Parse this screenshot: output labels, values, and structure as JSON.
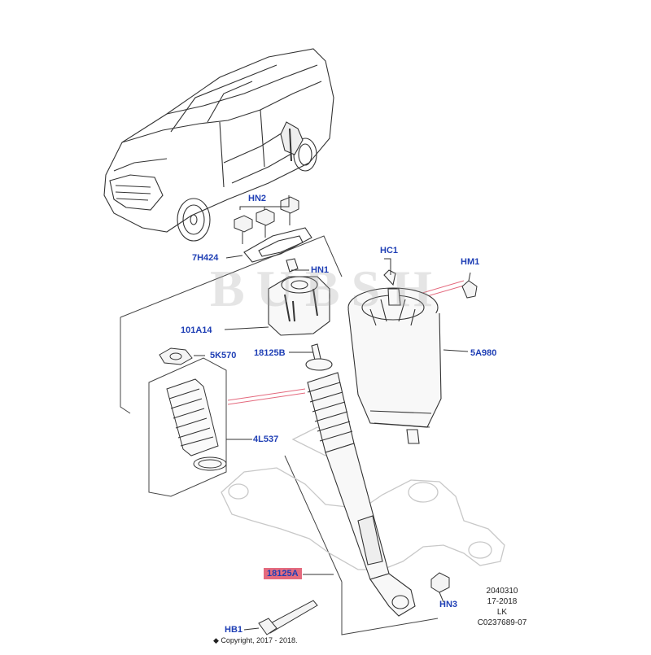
{
  "diagram": {
    "part_labels": {
      "hn2": "HN2",
      "h7424": "7H424",
      "hn1": "HN1",
      "hc1": "HC1",
      "hm1": "HM1",
      "a101": "101A14",
      "k5570": "5K570",
      "b18125": "18125B",
      "a5980": "5A980",
      "l4537": "4L537",
      "a18125": "18125A",
      "hn3": "HN3",
      "hb1": "HB1"
    },
    "highlight_color": "#e46a7e",
    "label_color": "#1f3fb5",
    "reference": {
      "line1": "2040310",
      "line2": "17-2018",
      "line3": "LK",
      "line4": "C0237689-07"
    },
    "copyright": "◆ Copyright, 2017 - 2018.",
    "watermark": "BUBSH"
  }
}
